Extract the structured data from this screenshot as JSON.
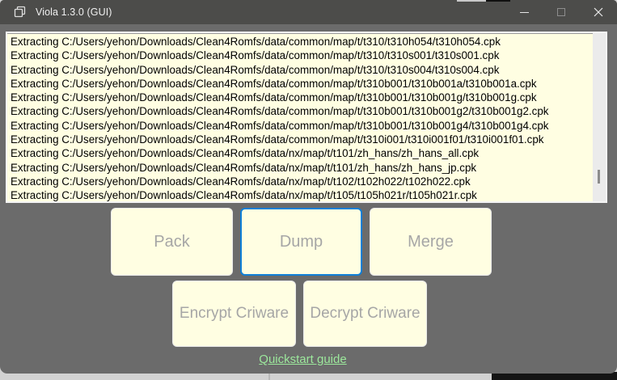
{
  "window": {
    "title": "Viola 1.3.0 (GUI)",
    "titlebar_icons": [
      "app-icon",
      "minimize-icon",
      "maximize-icon",
      "close-icon"
    ]
  },
  "log": {
    "lines": [
      "Extracting C:/Users/yehon/Downloads/Clean4Romfs/data/common/map/t/t310/t310h054/t310h054.cpk",
      "Extracting C:/Users/yehon/Downloads/Clean4Romfs/data/common/map/t/t310/t310s001/t310s001.cpk",
      "Extracting C:/Users/yehon/Downloads/Clean4Romfs/data/common/map/t/t310/t310s004/t310s004.cpk",
      "Extracting C:/Users/yehon/Downloads/Clean4Romfs/data/common/map/t/t310b001/t310b001a/t310b001a.cpk",
      "Extracting C:/Users/yehon/Downloads/Clean4Romfs/data/common/map/t/t310b001/t310b001g/t310b001g.cpk",
      "Extracting C:/Users/yehon/Downloads/Clean4Romfs/data/common/map/t/t310b001/t310b001g2/t310b001g2.cpk",
      "Extracting C:/Users/yehon/Downloads/Clean4Romfs/data/common/map/t/t310b001/t310b001g4/t310b001g4.cpk",
      "Extracting C:/Users/yehon/Downloads/Clean4Romfs/data/common/map/t/t310i001/t310i001f01/t310i001f01.cpk",
      "Extracting C:/Users/yehon/Downloads/Clean4Romfs/data/nx/map/t/t101/zh_hans/zh_hans_all.cpk",
      "Extracting C:/Users/yehon/Downloads/Clean4Romfs/data/nx/map/t/t101/zh_hans/zh_hans_jp.cpk",
      "Extracting C:/Users/yehon/Downloads/Clean4Romfs/data/nx/map/t/t102/t102h022/t102h022.cpk",
      "Extracting C:/Users/yehon/Downloads/Clean4Romfs/data/nx/map/t/t105/t105h021r/t105h021r.cpk"
    ]
  },
  "buttons": {
    "row1": [
      {
        "label": "Pack",
        "focused": false
      },
      {
        "label": "Dump",
        "focused": true
      },
      {
        "label": "Merge",
        "focused": false
      }
    ],
    "row2": [
      {
        "label": "Encrypt Criware"
      },
      {
        "label": "Decrypt Criware"
      }
    ]
  },
  "footer": {
    "quickstart_label": "Quickstart guide"
  },
  "colors": {
    "titlebar": "#4c4c4a",
    "window_body": "#6b6b6b",
    "panel_cream": "#fffee2",
    "button_text": "#a6a6a6",
    "focus_border": "#0f7fd7",
    "link_green": "#9ce89c",
    "scrollbar_track": "#ebebeb",
    "scrollbar_thumb": "#8c8c8c"
  }
}
